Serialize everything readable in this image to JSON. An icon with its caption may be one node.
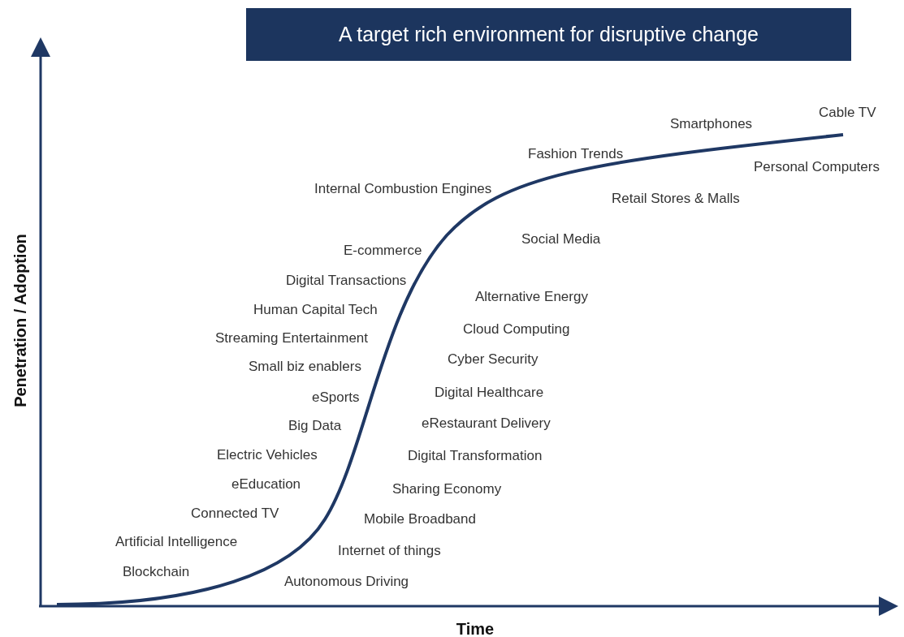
{
  "diagram": {
    "title": "A target rich environment for disruptive change",
    "labels": [
      "Cable TV",
      "Smartphones",
      "Fashion Trends",
      "Personal Computers",
      "Internal Combustion Engines",
      "Retail Stores & Malls",
      "Social Media",
      "E-commerce",
      "Digital Transactions",
      "Alternative Energy",
      "Human Capital Tech",
      "Cloud Computing",
      "Streaming Entertainment",
      "Cyber Security",
      "Small biz enablers",
      "Digital Healthcare",
      "eSports",
      "eRestaurant Delivery",
      "Big Data",
      "Electric Vehicles",
      "Digital Transformation",
      "eEducation",
      "Sharing Economy",
      "Connected TV",
      "Mobile Broadband",
      "Artificial Intelligence",
      "Internet of things",
      "Blockchain",
      "Autonomous Driving",
      "Penetration / Adoption",
      "Time"
    ]
  }
}
